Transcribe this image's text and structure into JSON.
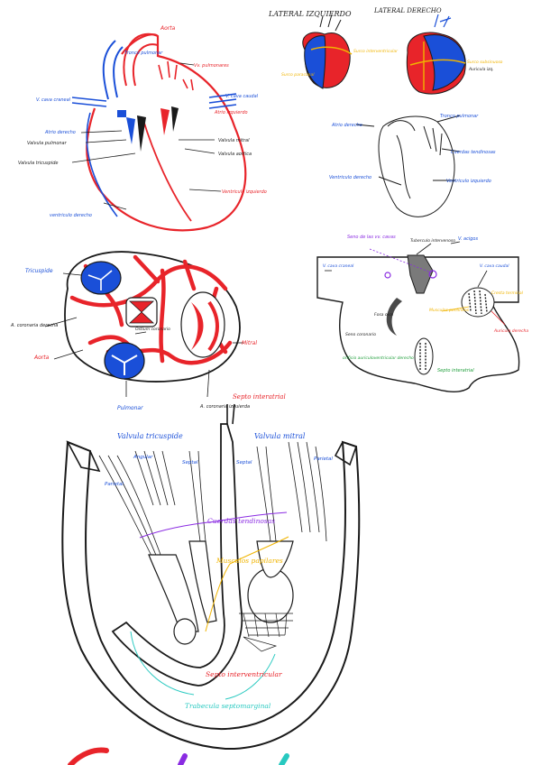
{
  "colors": {
    "red": "#e8242a",
    "blue": "#1a4fd8",
    "black": "#1a1a1a",
    "yellow": "#f0b400",
    "purple": "#8a2be2",
    "green": "#1e9e3a",
    "teal": "#28c9c0"
  },
  "panel1": {
    "aorta": "Aorta",
    "tronco_pulmonar": "Tronco pulmonar",
    "v_pulmonares": "Vv. pulmonares",
    "v_cava_craneal": "V. cava craneal",
    "v_cava_caudal": "V. cava caudal",
    "atrio_izq": "Atrio izquierdo",
    "atrio_der": "Atrio derecho",
    "valvula_pulmonar": "Valvula pulmonar",
    "valvula_tricuspide": "Valvula tricuspide",
    "valvula_mitral": "Valvula mitral",
    "valvula_aortica": "Valvula aortica",
    "ventriculo_izq": "Ventriculo izquierdo",
    "ventriculo_der": "ventriculo derecho"
  },
  "panel2": {
    "title_left": "LATERAL IZQUIERDO",
    "title_right": "LATERAL DERECHO",
    "label_a": "Surco interventricular",
    "label_b": "Surco paraconal",
    "label_c": "Surco subsinuoso",
    "label_d": "Auricula izq.",
    "atrio_derecho": "Atrio derecho",
    "tronco_pulmonar": "Tronco pulmonar",
    "cuerdas_tendinosas": "Cuerdas tendinosas",
    "ventriculo_derecho": "Ventriculo derecho",
    "ventriculo_izquierdo": "Ventriculo izquierdo"
  },
  "panel3": {
    "tricuspide": "Tricuspide",
    "a_coronaria_derecha": "A. coronaria derecha",
    "aorta": "Aorta",
    "pulmonar": "Pulmonar",
    "mitral": "Mitral",
    "a_coronaria_izq": "A. coronaria izquierda",
    "ostium": "Ostium coronario"
  },
  "panel4": {
    "seno_venas_cavas": "Seno de las vv. cavas",
    "tuberculo": "Tuberculo intervenoso",
    "v_cava_craneal": "V. cava craneal",
    "v_cava_caudal": "V. cava caudal",
    "v_acigos": "V. acigos",
    "auricula_der": "Auricula derecha",
    "musculos_pectineos": "Musculos pectineos",
    "fosa_oval": "Fosa oval",
    "seno_coronario": "Seno coronario",
    "orificio_av": "orificio auriculoventricular derecho",
    "septo_interatrial": "Septo interatrial",
    "crista": "Cresta terminal"
  },
  "panel5": {
    "septo_interatrial": "Septo interatrial",
    "valvula_tricuspide": "Valvula tricuspide",
    "valvula_mitral": "Valvula mitral",
    "angular": "Angular",
    "septal_l": "Septal",
    "parietal_l": "Parietal",
    "septal_r": "Septal",
    "parietal_r": "Parietal",
    "cuerdas": "Cuerdas tendinosas",
    "musculos": "Musculos papilares",
    "septo_interventricular": "Septo interventricular",
    "trabecula": "Trabecula septomarginal"
  }
}
